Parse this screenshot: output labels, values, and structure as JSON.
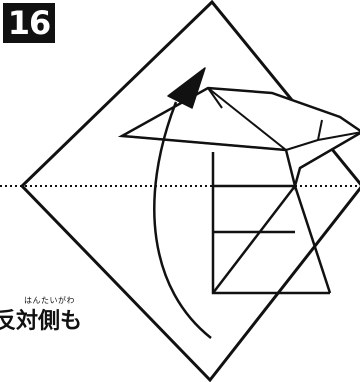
{
  "step": {
    "number": "16"
  },
  "instruction": {
    "ruby": "はんたいがわ",
    "text": "反対側も"
  },
  "colors": {
    "line": "#111111",
    "paper": "#ffffff"
  },
  "icons": {
    "arrow": "curved-fold-arrow",
    "fold_line": "dotted-valley-fold-line"
  }
}
